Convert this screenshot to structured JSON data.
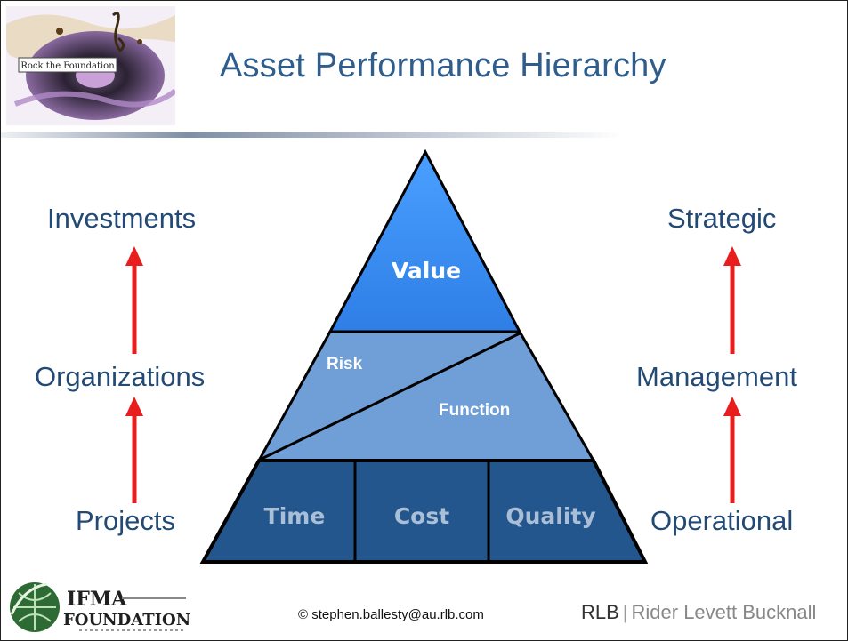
{
  "slide": {
    "title": "Asset Performance Hierarchy",
    "footer_email": "© stephen.ballesty@au.rlb.com"
  },
  "left_column": {
    "top": "Investments",
    "middle": "Organizations",
    "bottom": "Projects"
  },
  "right_column": {
    "top": "Strategic",
    "middle": "Management",
    "bottom": "Operational"
  },
  "pyramid": {
    "apex": "Value",
    "middle_left": "Risk",
    "middle_right": "Function",
    "base": [
      "Time",
      "Cost",
      "Quality"
    ]
  },
  "logos": {
    "rock": "Rock the Foundation",
    "ifma_line1": "IFMA",
    "ifma_line2": "FOUNDATION",
    "rlb_mark": "RLB",
    "rlb_name": "Rider Levett Bucknall"
  },
  "colors": {
    "title": "#2f5d8c",
    "labels": "#234a74",
    "arrow": "#e81e1e",
    "apex_fill": "#3d8ff0",
    "middle_fill": "#6f9fd6",
    "base_fill": "#24568e"
  }
}
